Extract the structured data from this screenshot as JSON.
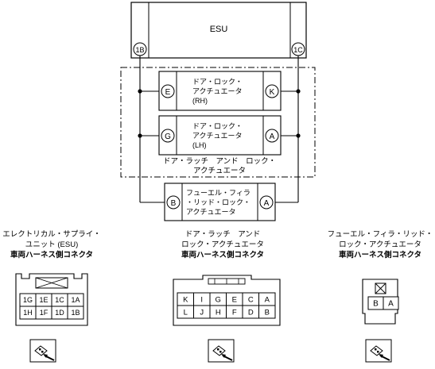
{
  "esu": {
    "title": "ESU",
    "pin_left": "1B",
    "pin_right": "1C"
  },
  "actuator_rh": {
    "line1": "ドア・ロック・",
    "line2": "アクチュエータ",
    "line3": "(RH)",
    "pin_left": "E",
    "pin_right": "K"
  },
  "actuator_lh": {
    "line1": "ドア・ロック・",
    "line2": "アクチュエータ",
    "line3": "(LH)",
    "pin_left": "G",
    "pin_right": "A"
  },
  "latch_group": {
    "line1": "ドア・ラッチ　アンド　ロック・",
    "line2": "アクチュエータ"
  },
  "fuel_actuator": {
    "line1": "フューエル・フィラ",
    "line2": "・リッド・ロック・",
    "line3": "アクチュエータ",
    "pin_left": "B",
    "pin_right": "A"
  },
  "connectors": {
    "esu": {
      "caption1": "エレクトリカル・サプライ・",
      "caption2": "ユニット (ESU)",
      "caption3": "車両ハーネス側コネクタ",
      "row1": [
        "1G",
        "1E",
        "1C",
        "1A"
      ],
      "row2": [
        "1H",
        "1F",
        "1D",
        "1B"
      ]
    },
    "latch": {
      "caption1": "ドア・ラッチ　アンド",
      "caption2": "ロック・アクチュエータ",
      "caption3": "車両ハーネス側コネクタ",
      "row1": [
        "K",
        "I",
        "G",
        "E",
        "C",
        "A"
      ],
      "row2": [
        "L",
        "J",
        "H",
        "F",
        "D",
        "B"
      ]
    },
    "fuel": {
      "caption1": "フューエル・フィラ・リッド・",
      "caption2": "ロック・アクチュエータ",
      "caption3": "車両ハーネス側コネクタ",
      "row1": [
        "B",
        "A"
      ]
    }
  }
}
